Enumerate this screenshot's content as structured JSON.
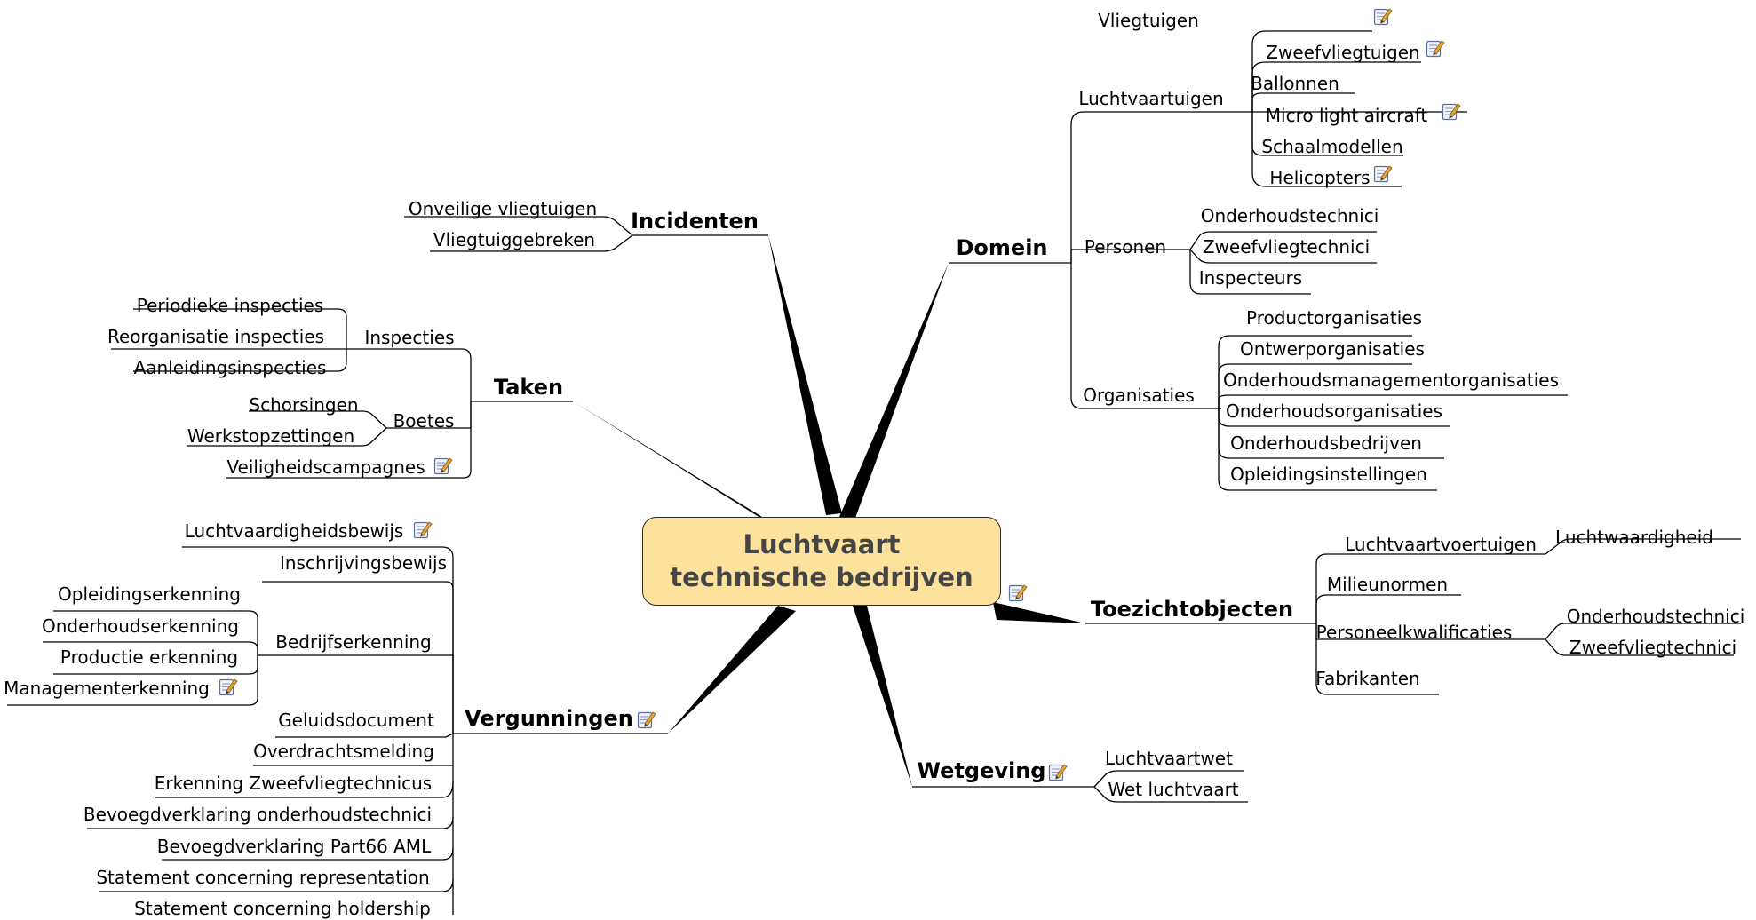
{
  "central": "Luchtvaart technische bedrijven",
  "branches": {
    "incidenten": {
      "label": "Incidenten",
      "children": [
        "Onveilige vliegtuigen",
        "Vliegtuiggebreken"
      ]
    },
    "taken": {
      "label": "Taken",
      "inspecties": {
        "label": "Inspecties",
        "children": [
          "Periodieke inspecties",
          "Reorganisatie inspecties",
          "Aanleidingsinspecties"
        ]
      },
      "boetes": {
        "label": "Boetes",
        "children": [
          "Schorsingen",
          "Werkstopzettingen"
        ]
      },
      "veiligheid": "Veiligheidscampagnes"
    },
    "vergunningen": {
      "label": "Vergunningen",
      "luchtvaardigheid": "Luchtvaardigheidsbewijs",
      "inschrijving": "Inschrijvingsbewijs",
      "bedrijf": {
        "label": "Bedrijfserkenning",
        "children": [
          "Opleidingserkenning",
          "Onderhoudserkenning",
          "Productie erkenning",
          "Managementerkenning"
        ]
      },
      "rest": [
        "Geluidsdocument",
        "Overdrachtsmelding",
        "Erkenning Zweefvliegtechnicus",
        "Bevoegdverklaring onderhoudstechnici",
        "Bevoegdverklaring Part66 AML",
        "Statement concerning representation",
        "Statement concerning holdership"
      ]
    },
    "domein": {
      "label": "Domein",
      "luchtvaartuigen": {
        "label": "Luchtvaartuigen",
        "children": [
          "Vliegtuigen",
          "Zweefvliegtuigen",
          "Ballonnen",
          "Micro light aircraft",
          "Schaalmodellen",
          "Helicopters"
        ]
      },
      "personen": {
        "label": "Personen",
        "children": [
          "Onderhoudstechnici",
          "Zweefvliegtechnici",
          "Inspecteurs"
        ]
      },
      "organisaties": {
        "label": "Organisaties",
        "children": [
          "Productorganisaties",
          "Ontwerporganisaties",
          "Onderhoudsmanagementorganisaties",
          "Onderhoudsorganisaties",
          "Onderhoudsbedrijven",
          "Opleidingsinstellingen"
        ]
      }
    },
    "toezicht": {
      "label": "Toezichtobjecten",
      "voertuigen": {
        "label": "Luchtvaartvoertuigen",
        "child": "Luchtwaardigheid"
      },
      "milieu": "Milieunormen",
      "personeel": {
        "label": "Personeelkwalificaties",
        "children": [
          "Onderhoudstechnici",
          "Zweefvliegtechnici"
        ]
      },
      "fabrikanten": "Fabrikanten"
    },
    "wetgeving": {
      "label": "Wetgeving",
      "children": [
        "Luchtvaartwet",
        "Wet luchtvaart"
      ]
    }
  },
  "icons": {
    "note": "note-edit-icon"
  },
  "colors": {
    "central_fill": "#fde29d",
    "central_text": "#454545",
    "line": "#000000",
    "note_paper": "#f2f4f8",
    "note_pencil": "#e0a43a"
  }
}
